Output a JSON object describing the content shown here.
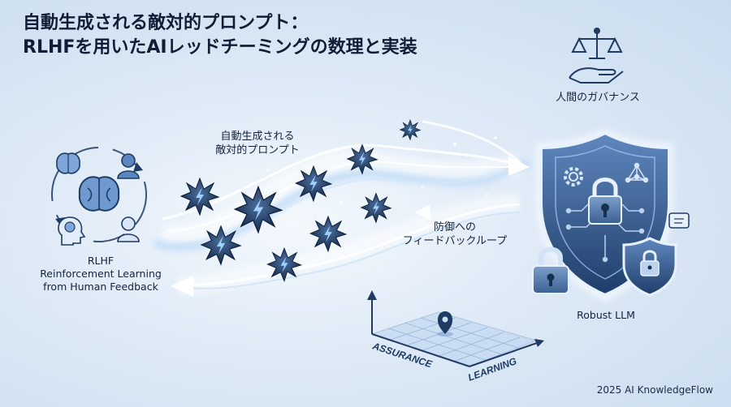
{
  "title": {
    "line1": "自動生成される敵対的プロンプト：",
    "line2": "RLHFを用いたAIレッドチーミングの数理と実装"
  },
  "labels": {
    "adversarial_line1": "自動生成される",
    "adversarial_line2": "敵対的プロンプト",
    "defense_line1": "防御への",
    "defense_line2": "フィードバックループ",
    "governance": "人間のガバナンス",
    "rlhf_line1": "RLHF",
    "rlhf_line2": "Reinforcement Learning",
    "rlhf_line3": "from Human Feedback",
    "robust_llm": "Robust LLM",
    "axis_assurance": "ASSURANCE",
    "axis_learning": "LEARNING"
  },
  "footer": "2025 AI KnowledgeFlow",
  "colors": {
    "navy": "#1f3a63",
    "accent": "#4a7fc0",
    "glow": "#ffffff"
  },
  "icons": [
    "brain-icon",
    "person-icon",
    "scales-icon",
    "shield-icon",
    "padlock-icon",
    "attack-burst-icon",
    "location-pin-icon"
  ]
}
